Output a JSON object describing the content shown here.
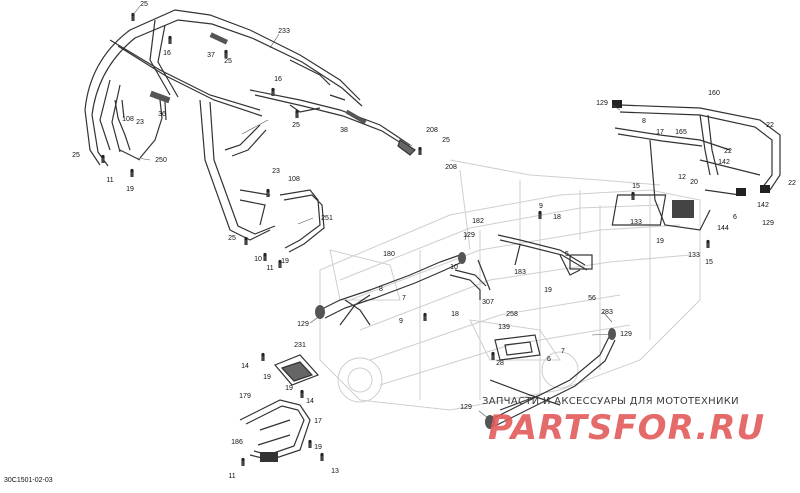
{
  "figure_code": "30C1501-02-03",
  "watermark": {
    "tagline": "ЗАПЧАСТИ И АКСЕССУАРЫ ДЛЯ МОТОТЕХНИКИ",
    "brand": "PARTSFOR.RU"
  },
  "callouts": {
    "c25a": "25",
    "c233": "233",
    "c16a": "16",
    "c37": "37",
    "c25b": "25",
    "c16b": "16",
    "c36": "36",
    "c25c": "25",
    "c108a": "108",
    "c23a": "23",
    "c25d": "25",
    "c38": "38",
    "c208a": "208",
    "c25e": "25",
    "c208b": "208",
    "c250": "250",
    "c11a": "11",
    "c19a": "19",
    "c23b": "23",
    "c108b": "108",
    "c251": "251",
    "c25f": "25",
    "c10a": "10",
    "c11b": "11",
    "c19b": "19",
    "c129a": "129",
    "c160": "160",
    "c8a": "8",
    "c17a": "17",
    "c165": "165",
    "c22a": "22",
    "c22b": "22",
    "c142a": "142",
    "c12": "12",
    "c20": "20",
    "c22c": "22",
    "c15a": "15",
    "c133a": "133",
    "c6a": "6",
    "c142b": "142",
    "c144": "144",
    "c129b": "129",
    "c19c": "19",
    "c133b": "133",
    "c15b": "15",
    "c182": "182",
    "c129c": "129",
    "c9a": "9",
    "c18a": "18",
    "c183": "183",
    "c5": "5",
    "c19d": "19",
    "c56": "56",
    "c180": "180",
    "c10b": "10",
    "c8b": "8",
    "c307": "307",
    "c7a": "7",
    "c129d": "129",
    "c9b": "9",
    "c18b": "18",
    "c283": "283",
    "c258": "258",
    "c139": "139",
    "c28": "28",
    "c6b": "6",
    "c7b": "7",
    "c129e": "129",
    "c231": "231",
    "c14a": "14",
    "c19e": "19",
    "c19f": "19",
    "c14b": "14",
    "c179": "179",
    "c17b": "17",
    "c186": "186",
    "c19g": "19",
    "c13": "13",
    "c11c": "11",
    "c129f": "129"
  }
}
